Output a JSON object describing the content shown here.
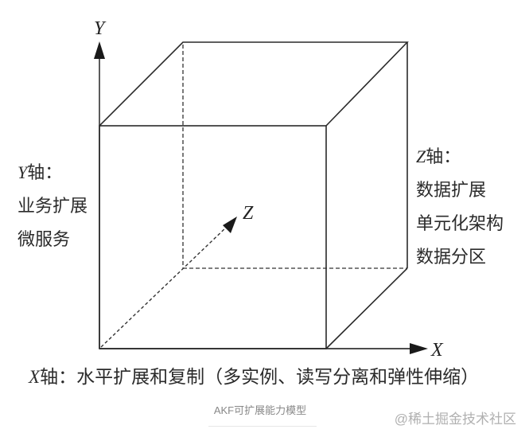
{
  "diagram": {
    "title": "AKF可扩展能力模型",
    "axes": {
      "x": {
        "letter": "X",
        "label_prefix": "X",
        "label_text": "轴：水平扩展和复制（多实例、读写分离和弹性伸缩）"
      },
      "y": {
        "letter": "Y",
        "label_prefix": "Y",
        "label_lines": [
          "轴：",
          "业务扩展",
          "微服务"
        ]
      },
      "z": {
        "letter": "Z",
        "label_prefix": "Z",
        "label_lines": [
          "轴：",
          "数据扩展",
          "单元化架构",
          "数据分区"
        ]
      }
    },
    "line_color": "#2a2a2a"
  },
  "caption": "AKF可扩展能力模型",
  "watermark": "@稀土掘金技术社区"
}
